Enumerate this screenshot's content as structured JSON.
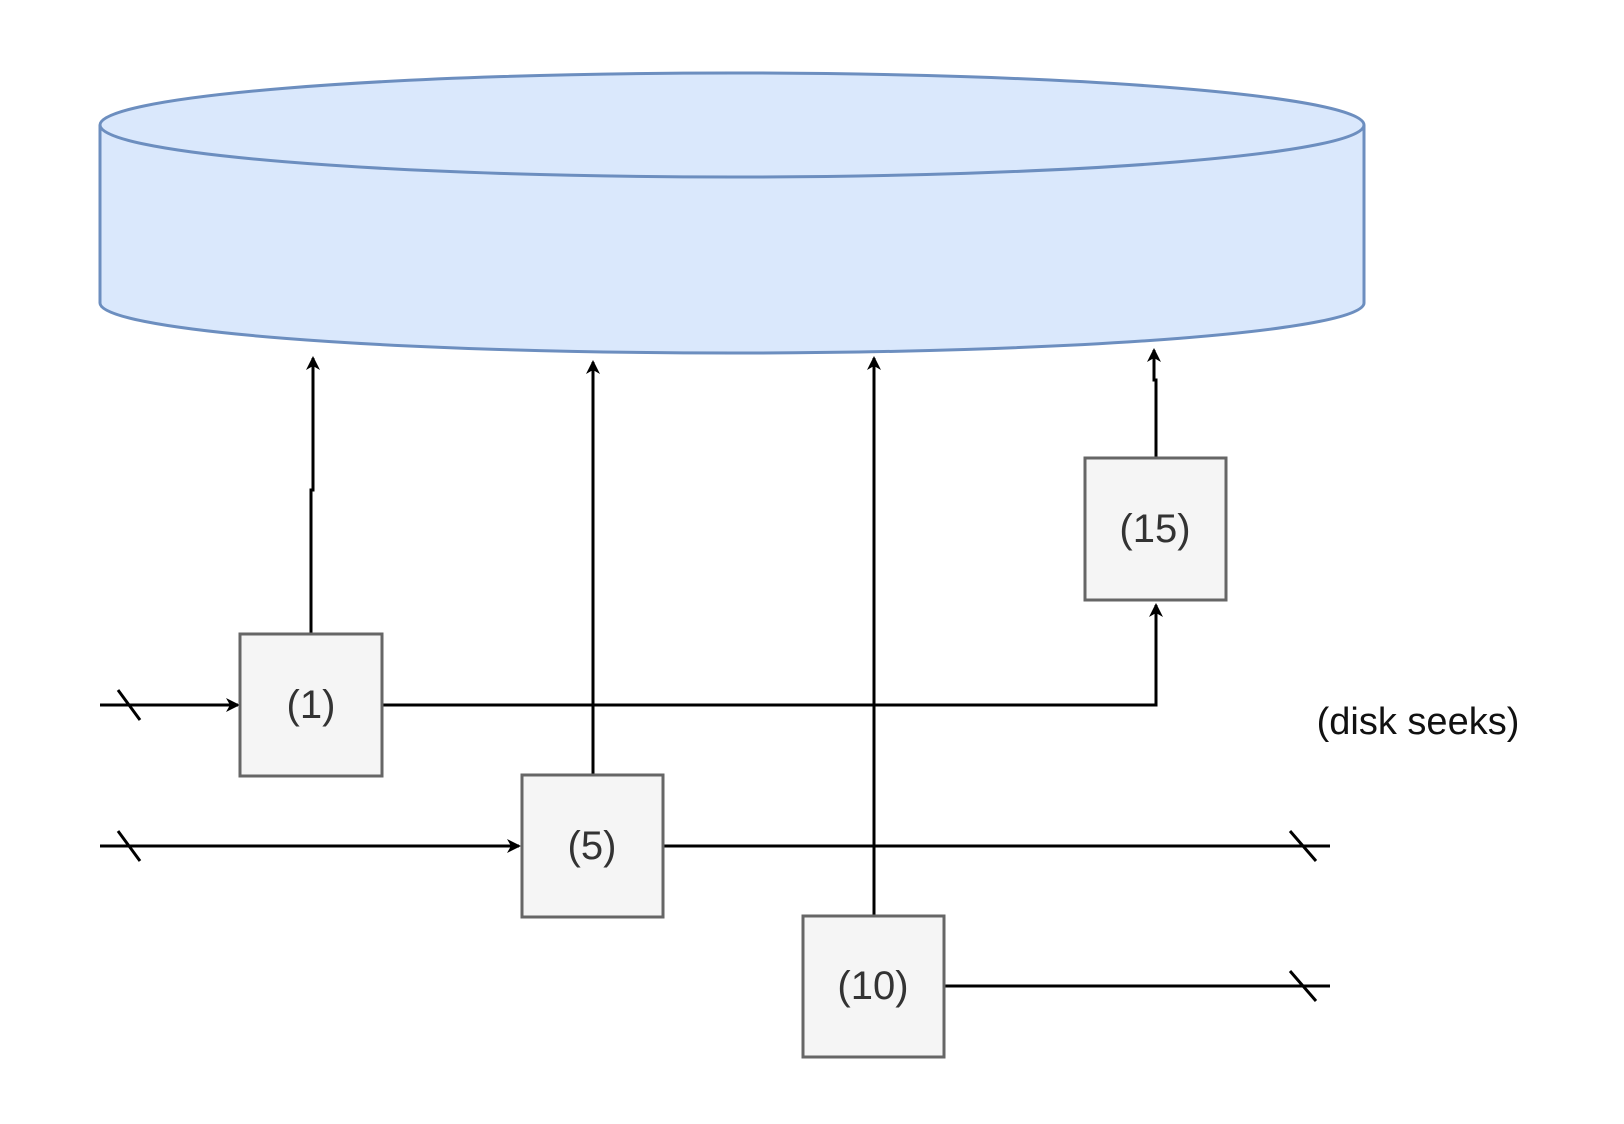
{
  "diagram": {
    "nodes": [
      {
        "id": "box-1",
        "label": "(1)"
      },
      {
        "id": "box-5",
        "label": "(5)"
      },
      {
        "id": "box-10",
        "label": "(10)"
      },
      {
        "id": "box-15",
        "label": "(15)"
      }
    ],
    "annotation": "(disk seeks)",
    "colors": {
      "disk_fill": "#dae8fc",
      "disk_stroke": "#6c8ebf",
      "box_fill": "#f5f5f5",
      "box_stroke": "#666666",
      "edge": "#000000"
    }
  }
}
